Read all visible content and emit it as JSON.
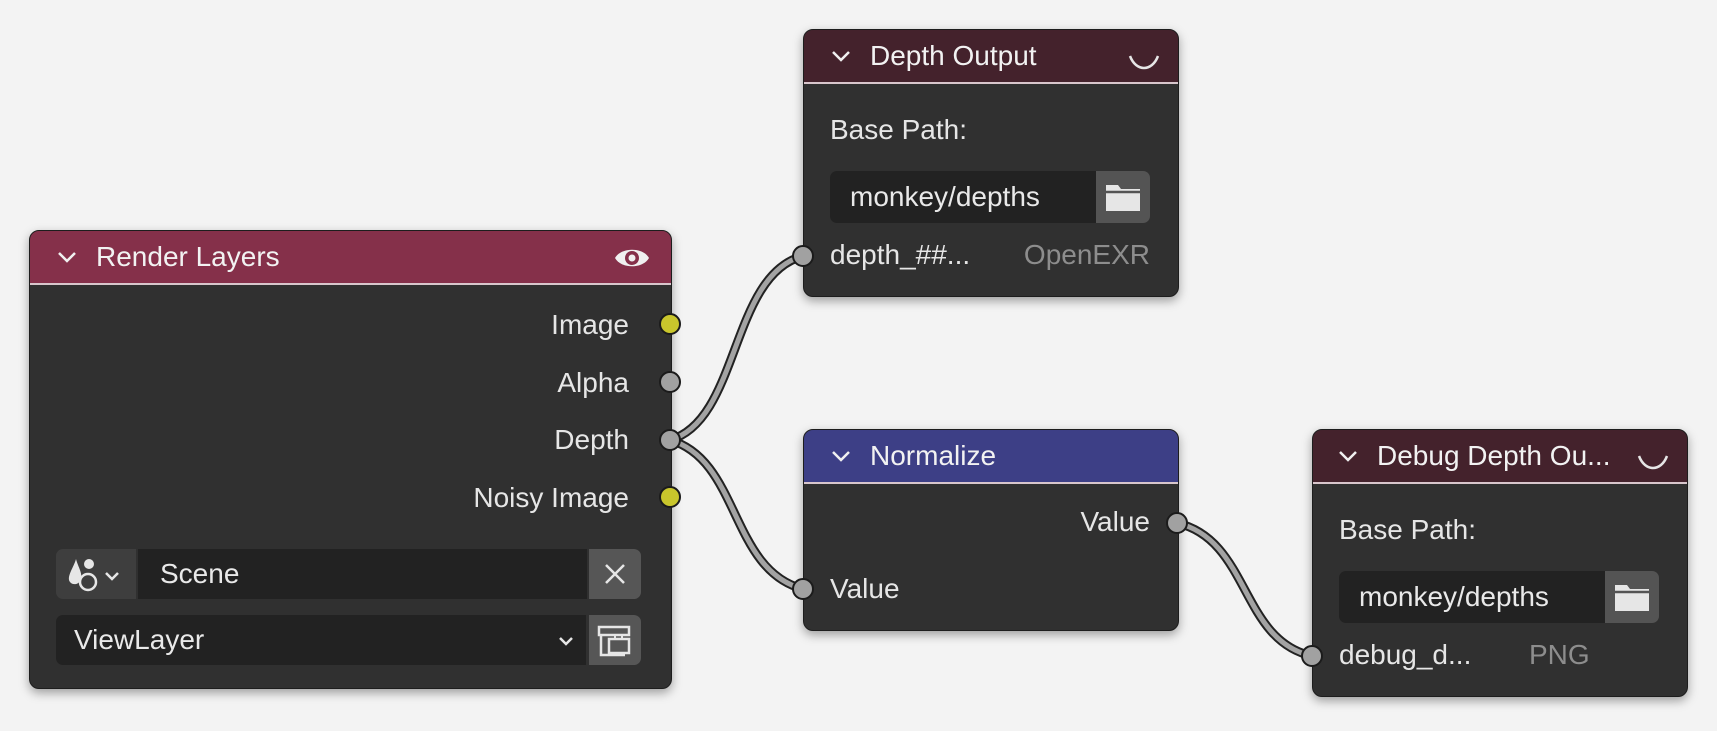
{
  "colors": {
    "background": "#f3f3f3",
    "node_body": "#303030",
    "render_layers_header": "#85304a",
    "output_header": "#44222c",
    "normalize_header": "#3d3f86",
    "socket_color": "#c9c62c",
    "socket_value": "#a1a1a1",
    "link": "#a3a3a3"
  },
  "render_layers": {
    "title": "Render Layers",
    "icons": {
      "collapse": "chevron-down-icon",
      "visibility": "eye-icon"
    },
    "outputs": [
      "Image",
      "Alpha",
      "Depth",
      "Noisy Image"
    ],
    "scene_value": "Scene",
    "view_layer_value": "ViewLayer"
  },
  "depth_output": {
    "title": "Depth Output",
    "base_path_label": "Base Path:",
    "base_path_value": "monkey/depths",
    "input_name": "depth_##...",
    "input_format": "OpenEXR"
  },
  "normalize": {
    "title": "Normalize",
    "output_label": "Value",
    "input_label": "Value"
  },
  "debug_output": {
    "title": "Debug Depth Ou...",
    "base_path_label": "Base Path:",
    "base_path_value": "monkey/depths",
    "input_name": "debug_d...",
    "input_format": "PNG"
  }
}
